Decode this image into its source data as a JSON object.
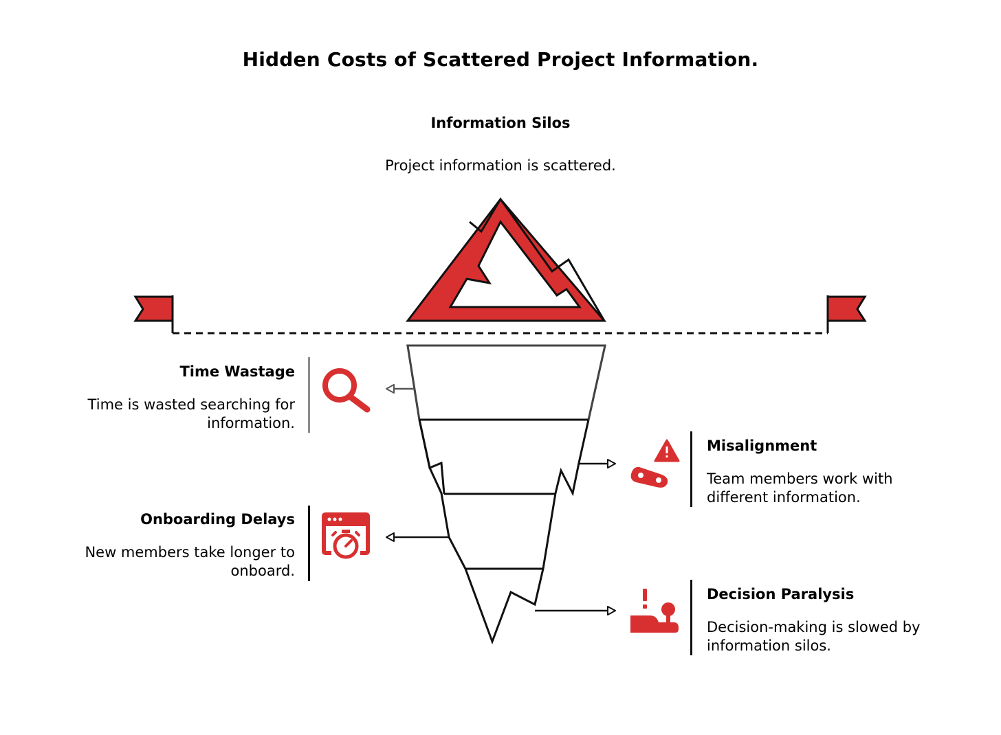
{
  "title": "Hidden Costs of Scattered Project Information.",
  "top": {
    "heading": "Information Silos",
    "description": "Project information is scattered."
  },
  "items": [
    {
      "heading": "Time Wastage",
      "description_lines": [
        "Time is wasted searching for",
        "information."
      ],
      "icon": "magnifier-icon"
    },
    {
      "heading": "Misalignment",
      "description_lines": [
        "Team members work with",
        "different information."
      ],
      "icon": "misaligned-warning-icon"
    },
    {
      "heading": "Onboarding Delays",
      "description_lines": [
        "New members take longer to",
        "onboard."
      ],
      "icon": "browser-stopwatch-icon"
    },
    {
      "heading": "Decision Paralysis",
      "description_lines": [
        "Decision-making is slowed by",
        "information silos."
      ],
      "icon": "joystick-alert-icon"
    }
  ],
  "colors": {
    "accent": "#d83030",
    "line": "#111111"
  }
}
